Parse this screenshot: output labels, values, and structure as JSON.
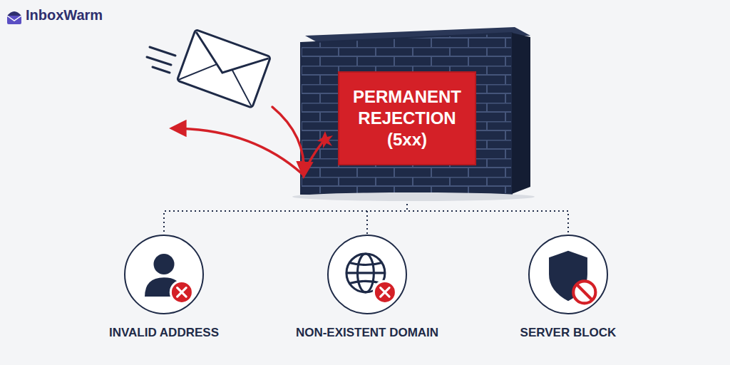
{
  "diagram": {
    "nodes": [
      {
        "text": [
          "PERMANENT REJECTION (5xx)"
        ]
      },
      {
        "text": [
          "INVALID ADDRESS"
        ]
      },
      {
        "text": [
          "NON-EXISTENT DOMAIN"
        ]
      },
      {
        "text": [
          "SERVER BLOCK"
        ]
      }
    ],
    "edges": [
      {
        "from": 0,
        "to": 1,
        "arrow": "none"
      },
      {
        "from": 0,
        "to": 2,
        "arrow": "none"
      },
      {
        "from": 0,
        "to": 3,
        "arrow": "none"
      }
    ],
    "labels": [
      "InboxWarm"
    ]
  }
}
